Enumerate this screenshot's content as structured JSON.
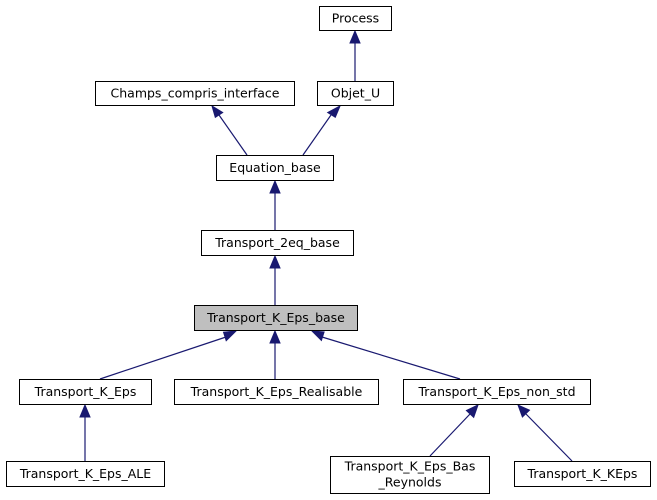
{
  "nodes": {
    "process": "Process",
    "champs_compris_interface": "Champs_compris_interface",
    "objet_u": "Objet_U",
    "equation_base": "Equation_base",
    "transport_2eq_base": "Transport_2eq_base",
    "transport_k_eps_base": "Transport_K_Eps_base",
    "transport_k_eps": "Transport_K_Eps",
    "transport_k_eps_realisable": "Transport_K_Eps_Realisable",
    "transport_k_eps_non_std": "Transport_K_Eps_non_std",
    "transport_k_eps_ale": "Transport_K_Eps_ALE",
    "transport_k_eps_bas_reynolds_line1": "Transport_K_Eps_Bas",
    "transport_k_eps_bas_reynolds_line2": "_Reynolds",
    "transport_k_keps": "Transport_K_KEps"
  },
  "highlighted_node": "transport_k_eps_base"
}
